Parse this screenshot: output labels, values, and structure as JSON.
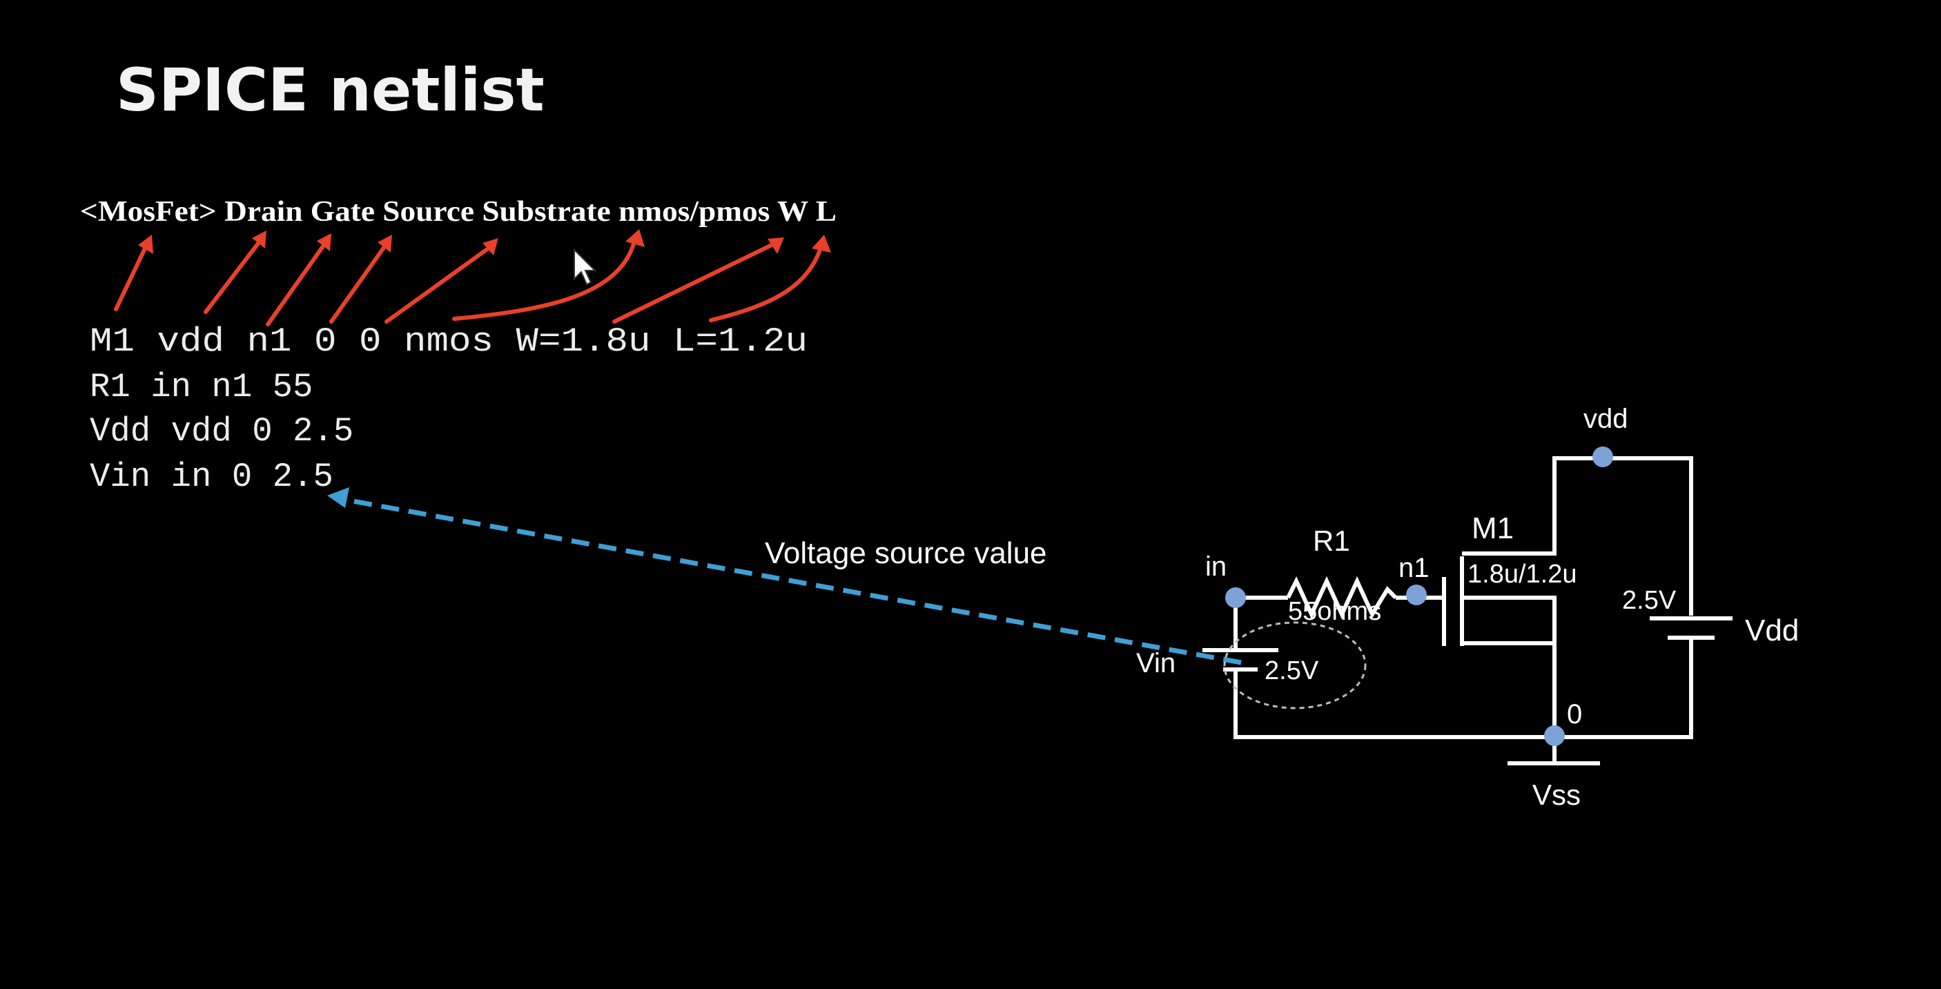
{
  "title": "SPICE netlist",
  "syntax_header": "<MosFet> Drain Gate Source Substrate nmos/pmos W  L",
  "netlist": [
    "M1 vdd n1 0 0 nmos W=1.8u L=1.2u",
    "R1 in n1 55",
    "Vdd vdd 0 2.5",
    "Vin in 0 2.5"
  ],
  "annotation": "Voltage source value",
  "schematic": {
    "node_in": "in",
    "node_n1": "n1",
    "node_vdd": "vdd",
    "node_0": "0",
    "resistor_name": "R1",
    "resistor_value": "55ohms",
    "mosfet_name": "M1",
    "mosfet_size": "1.8u/1.2u",
    "vin_name": "Vin",
    "vin_value": "2.5V",
    "vdd_name": "Vdd",
    "vdd_value": "2.5V",
    "vss_label": "Vss"
  },
  "colors": {
    "background": "#000000",
    "arrow": "#e8402a",
    "dashed_arrow": "#3f9fd4",
    "node_dot": "#7ca2d6"
  }
}
